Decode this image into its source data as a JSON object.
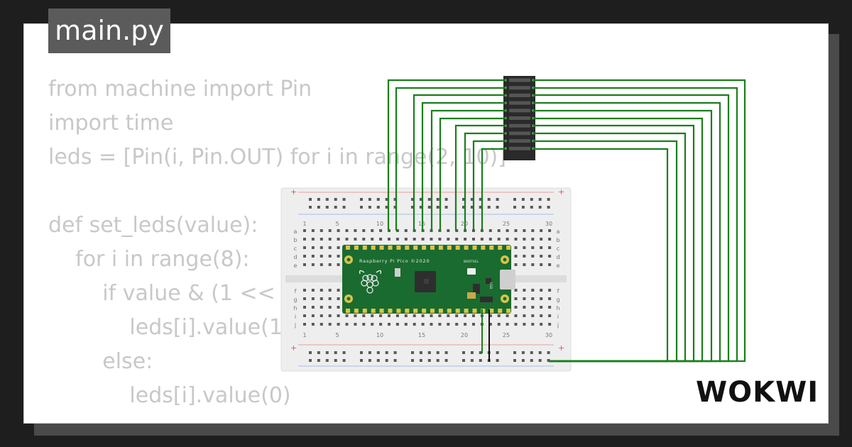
{
  "file_tab": {
    "label": "main.py"
  },
  "code": {
    "lines": [
      "from machine import Pin",
      "import time",
      "leds = [Pin(i, Pin.OUT) for i in range(2, 10)]",
      "",
      "def set_leds(value):",
      "    for i in range(8):",
      "        if value & (1 << i):",
      "            leds[i].value(1)",
      "        else:",
      "            leds[i].value(0)"
    ]
  },
  "breadboard": {
    "column_numbers": [
      "1",
      "5",
      "10",
      "15",
      "20",
      "25",
      "30"
    ],
    "rows_top": [
      "a",
      "b",
      "c",
      "d",
      "e"
    ],
    "rows_bottom": [
      "f",
      "g",
      "h",
      "i",
      "j"
    ],
    "rail_plus": "+"
  },
  "pico": {
    "title": "Raspberry Pi Pico ©2020",
    "bootsel": "BOOTSEL",
    "usb": "USB"
  },
  "brand": {
    "name": "WOKWI"
  },
  "colors": {
    "wire": "#1a7f1a",
    "board": "#1a6b2f",
    "led_bar": "#2a2a2a",
    "code_text": "#c8c8c8",
    "tab_bg": "#5b5b5b"
  }
}
